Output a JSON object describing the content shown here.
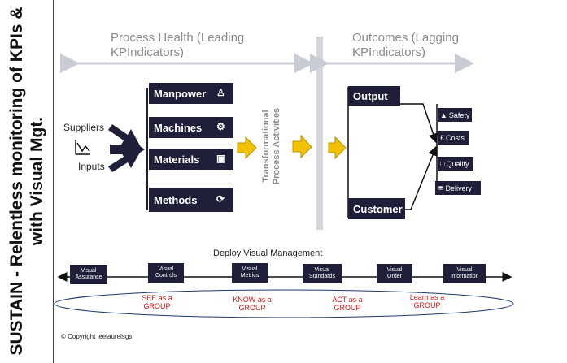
{
  "sidebar": {
    "line1": "SUSTAIN - Relentless monitoring of KPIs &",
    "line2": "with Visual Mgt."
  },
  "header": {
    "left": {
      "line1": "Process Health (Leading",
      "line2": "KPIndicators)"
    },
    "right": {
      "line1": "Outcomes (Lagging",
      "line2": "KPIndicators)"
    }
  },
  "inputs": {
    "suppliers": "Suppliers",
    "inputs": "Inputs"
  },
  "resources": [
    "Manpower",
    "Machines",
    "Materials",
    "Methods"
  ],
  "transformational": {
    "line1": "Transformational",
    "line2": "Process Activities"
  },
  "outcomes": {
    "output": "Output",
    "customer": "Customer"
  },
  "kpis": [
    {
      "label": "Safety",
      "icon": "shield-icon"
    },
    {
      "label": "Costs",
      "icon": "pound-icon"
    },
    {
      "label": "Quality",
      "icon": "clipboard-icon"
    },
    {
      "label": "Delivery",
      "icon": "truck-icon"
    }
  ],
  "visual_management": {
    "title": "Deploy Visual Management",
    "boxes": [
      {
        "line1": "Visual",
        "line2": "Assurance"
      },
      {
        "line1": "Visual",
        "line2": "Controls"
      },
      {
        "line1": "Visual",
        "line2": "Metrics"
      },
      {
        "line1": "Visual",
        "line2": "Standards"
      },
      {
        "line1": "Visual",
        "line2": "Order"
      },
      {
        "line1": "Visual",
        "line2": "Information"
      }
    ],
    "groups": [
      {
        "line1": "SEE as a",
        "line2": "GROUP"
      },
      {
        "line1": "KNOW as a",
        "line2": "GROUP"
      },
      {
        "line1": "ACT as a",
        "line2": "GROUP"
      },
      {
        "line1": "Learn as a",
        "line2": "GROUP"
      }
    ]
  },
  "copyright": "© Copyright leelaurelsgs",
  "colors": {
    "box": "#1f1f3a",
    "arrow_fill": "#f2c200",
    "gray_arrow": "#c9ccd4",
    "red": "#d01818"
  }
}
